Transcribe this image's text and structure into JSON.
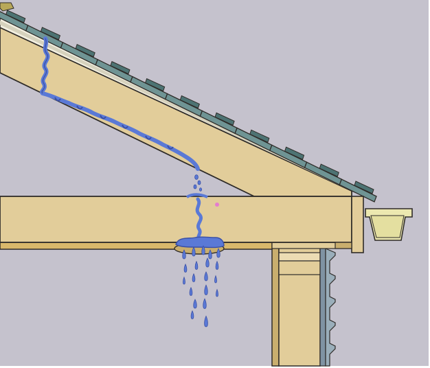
{
  "diagram": {
    "subject": "roof-leak-cross-section",
    "colors": {
      "frame": "#ffffff",
      "background": "#c5c2cd",
      "lumber": "#e2cd9a",
      "lumber_light": "#ecdcb3",
      "lumber_edge": "#c9ae6e",
      "outline": "#2e2b28",
      "shingle": "#6f9494",
      "shingle_dark": "#4d7373",
      "underlayment": "#f2efe0",
      "water": "#5a79d6",
      "water_dark": "#3a4fa5",
      "gutter": "#ece8b0",
      "siding": "#9aaeba",
      "siding_dark": "#6f8593",
      "stray_dot": "#e57ccf"
    },
    "parts": [
      "rafter",
      "ceiling-joist",
      "wall-top-plate",
      "wall-stud",
      "fascia-board",
      "gutter",
      "shingles",
      "siding",
      "water-leak-path",
      "ceiling-puddle",
      "dripping-water"
    ]
  }
}
